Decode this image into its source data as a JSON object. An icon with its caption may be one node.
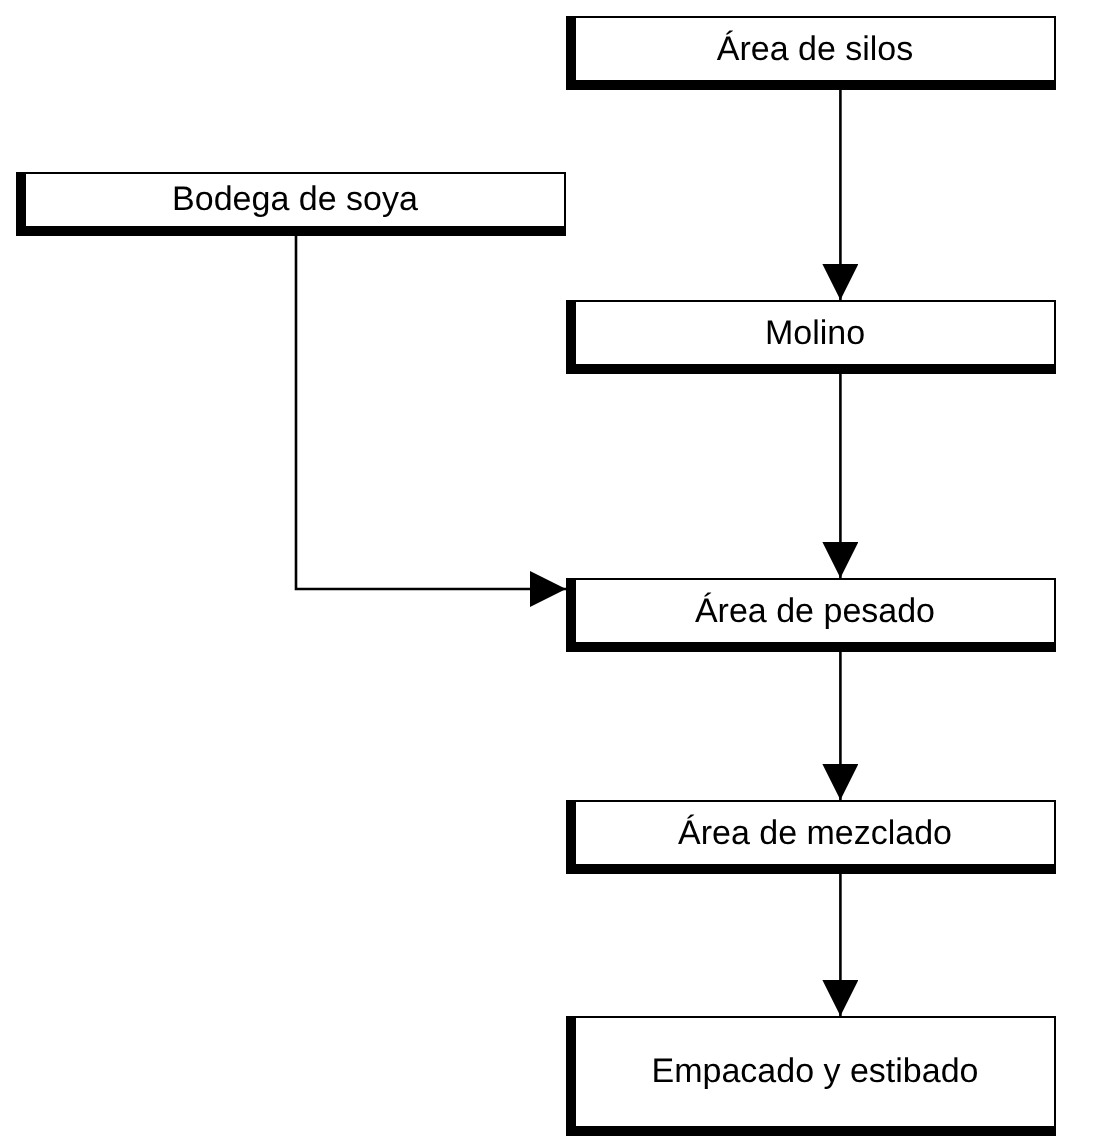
{
  "diagram": {
    "nodes": [
      {
        "text": [
          "Área de silos"
        ]
      },
      {
        "text": [
          "Bodega de soya"
        ]
      },
      {
        "text": [
          "Molino"
        ]
      },
      {
        "text": [
          "Área de pesado"
        ]
      },
      {
        "text": [
          "Área de mezclado"
        ]
      },
      {
        "text": [
          "Empacado y estibado"
        ]
      }
    ],
    "edges": [
      {
        "from": 0,
        "to": 2,
        "arrow": "to"
      },
      {
        "from": 2,
        "to": 3,
        "arrow": "to"
      },
      {
        "from": 1,
        "to": 3,
        "arrow": "to"
      },
      {
        "from": 3,
        "to": 4,
        "arrow": "to"
      },
      {
        "from": 4,
        "to": 5,
        "arrow": "to"
      }
    ]
  }
}
